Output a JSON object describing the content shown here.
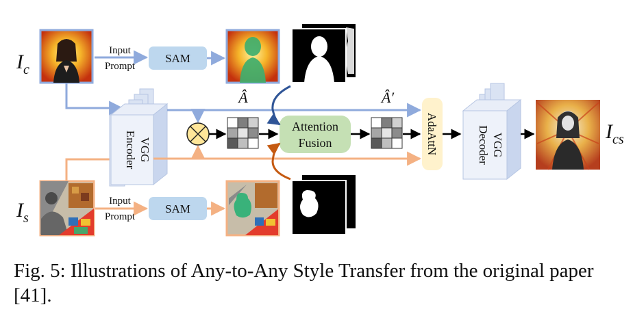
{
  "labels": {
    "ic_main": "I",
    "ic_sub": "c",
    "is_main": "I",
    "is_sub": "s",
    "ics_main": "I",
    "ics_sub": "cs",
    "input": "Input",
    "prompt": "Prompt",
    "sam": "SAM",
    "vgg": "VGG",
    "encoder": "Encoder",
    "decoder": "Decoder",
    "a_hat": "Â",
    "a_hat_prime": "Â′",
    "attention": "Attention",
    "fusion": "Fusion",
    "adaattn": "AdaAttN"
  },
  "colors": {
    "content_path": "#8faadc",
    "style_path": "#f4b183",
    "sam_box": "#bdd7ee",
    "fusion_box": "#c5e0b4",
    "adaattn_box": "#fff2cc",
    "multiply_circle": "#ffe699",
    "vgg_block": "#dae3f3",
    "arrow_dark_blue": "#2f5597",
    "arrow_brown": "#c55a11"
  },
  "caption": "Fig. 5: Illustrations of Any-to-Any Style Transfer from the original paper [41]."
}
